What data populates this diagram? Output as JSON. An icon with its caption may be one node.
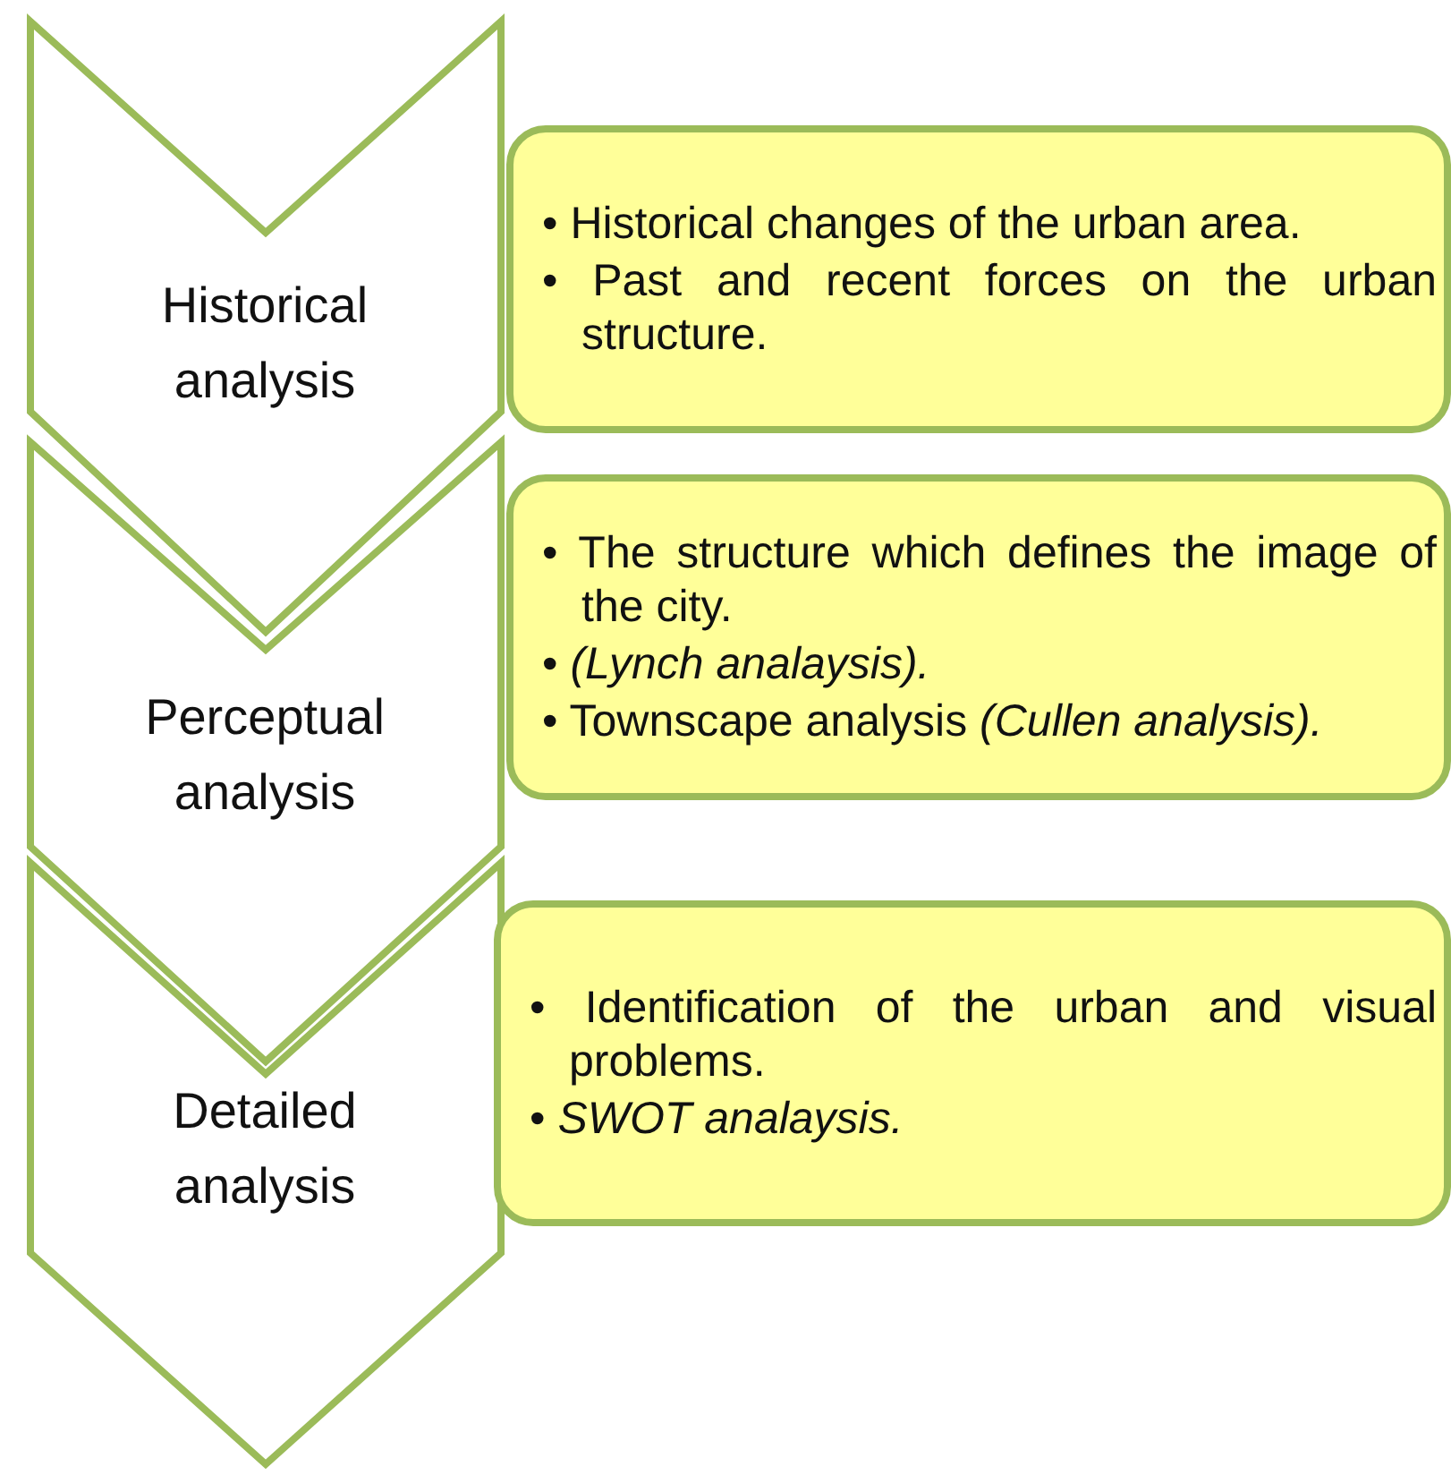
{
  "diagram": {
    "nodes": [
      {
        "text": [
          "Historical analysis"
        ]
      },
      {
        "text": [
          "• Historical changes of the urban area.",
          "• Past and recent forces on the urban structure."
        ]
      },
      {
        "text": [
          "Perceptual analysis"
        ]
      },
      {
        "text": [
          "• The structure which defines the image of the city.",
          "• *(Lynch  analaysis).*",
          "• Townscape analysis *(Cullen analysis).*"
        ]
      },
      {
        "text": [
          "Detailed analysis"
        ]
      },
      {
        "text": [
          "• Identification of the urban and visual problems.",
          "• *SWOT  analaysis.*"
        ]
      }
    ]
  }
}
